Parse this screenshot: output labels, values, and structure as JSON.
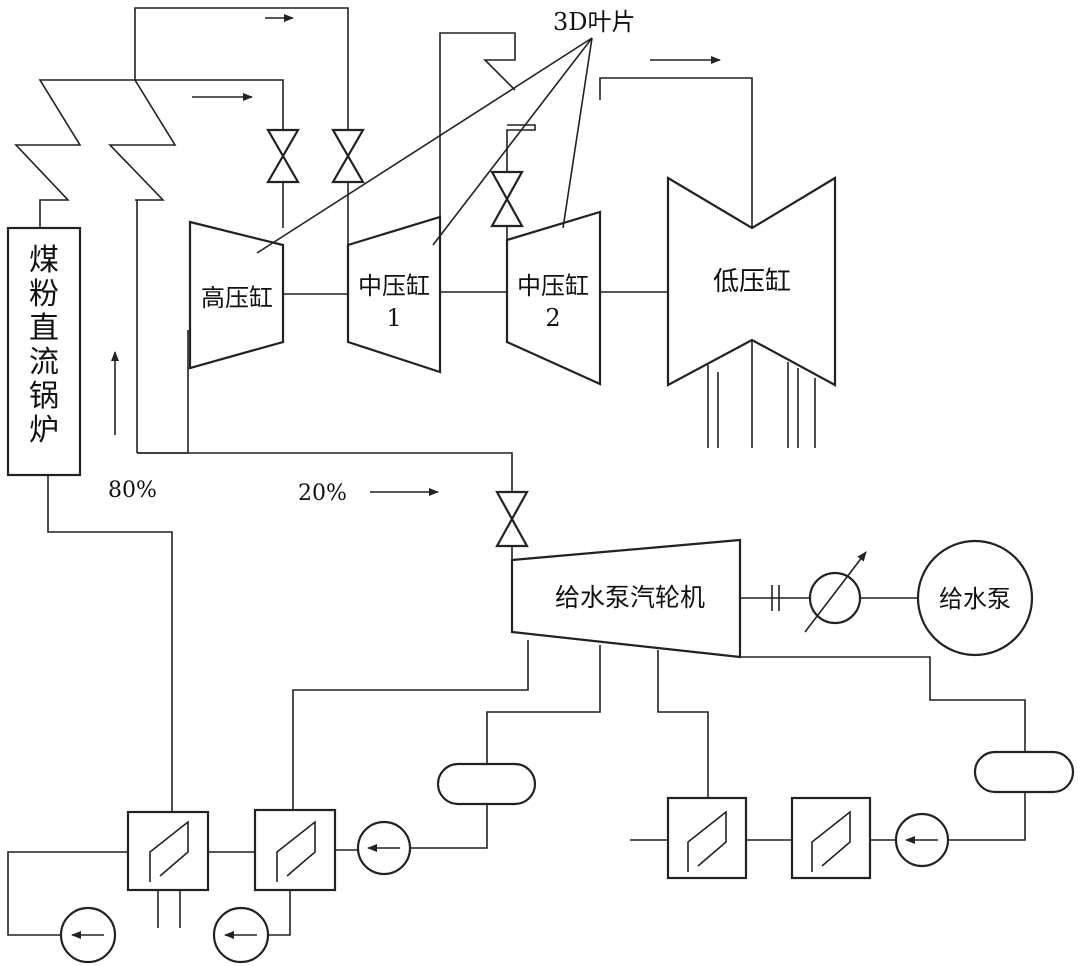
{
  "labels": {
    "boiler": "煤粉直流锅炉",
    "hp": "高压缸",
    "ip1_line1": "中压缸",
    "ip1_line2": "1",
    "ip2_line1": "中压缸",
    "ip2_line2": "2",
    "lp": "低压缸",
    "feed_turbine": "给水泵汽轮机",
    "feed_pump": "给水泵",
    "blades_3d": "3D叶片",
    "pct_80": "80%",
    "pct_20": "20%"
  },
  "colors": {
    "line": "#222222",
    "background": "#ffffff"
  }
}
